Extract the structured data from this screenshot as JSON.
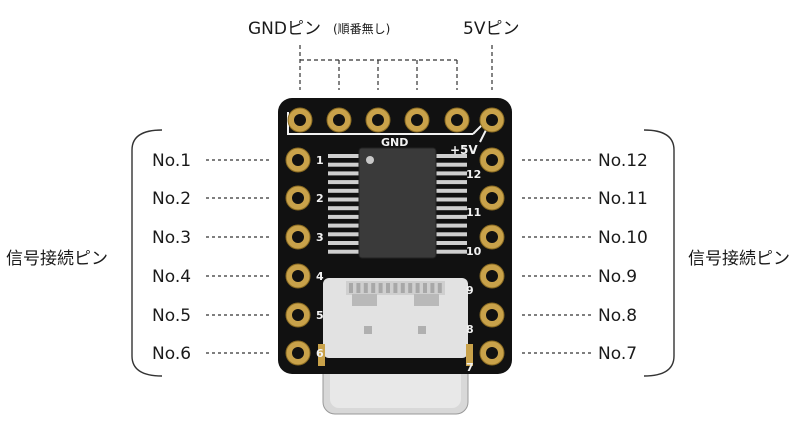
{
  "labels": {
    "gnd_pins": "GNDピン",
    "gnd_note": "(順番無し)",
    "v5_pins": "5Vピン",
    "signal_left": "信号接続ピン",
    "signal_right": "信号接続ピン"
  },
  "left_pins": [
    "No.1",
    "No.2",
    "No.3",
    "No.4",
    "No.5",
    "No.6"
  ],
  "right_pins": [
    "No.12",
    "No.11",
    "No.10",
    "No.9",
    "No.8",
    "No.7"
  ],
  "silkscreen": {
    "gnd": "GND",
    "plus5v": "+5V",
    "left_numbers": [
      "1",
      "2",
      "3",
      "4",
      "5",
      "6"
    ],
    "right_numbers": [
      "12",
      "11",
      "10",
      "9",
      "8",
      "7"
    ]
  },
  "colors": {
    "board": "#111111",
    "pad_gold": "#c9a24a",
    "silk": "#f2f2f2",
    "connector": "#d9d9d9",
    "chip": "#3a3a3a"
  }
}
